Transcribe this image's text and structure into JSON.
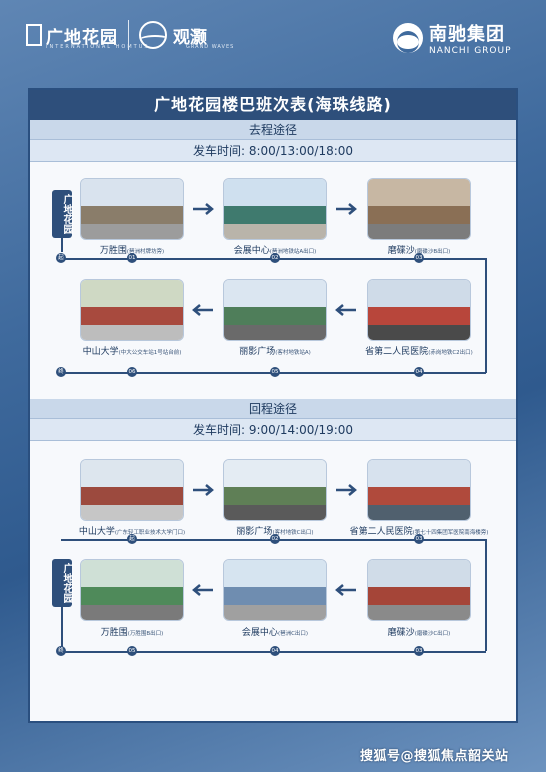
{
  "header": {
    "brand_left": "广地花园",
    "brand_left_sub": "INTERNATIONAL HOMTUS",
    "brand_mid": "观灏",
    "brand_mid_sub": "GRAND WAVES",
    "brand_right_cn": "南驰集团",
    "brand_right_en": "NANCHI GROUP"
  },
  "schedule": {
    "title": "广地花园楼巴班次表(海珠线路)",
    "outbound": {
      "label": "去程途径",
      "departure": "发车时间: 8:00/13:00/18:00",
      "origin_label": "广地花园",
      "origin_dot": "起",
      "stops": [
        {
          "name": "万胜围",
          "detail": "(琶洲村牌坊旁)",
          "num": "01"
        },
        {
          "name": "会展中心",
          "detail": "(琶洲地铁站A出口)",
          "num": "02"
        },
        {
          "name": "磨碟沙",
          "detail": "(磨碟沙B出口)",
          "num": "03"
        },
        {
          "name": "省第二人民医院",
          "detail": "(赤岗地铁C2出口)",
          "num": "04"
        },
        {
          "name": "丽影广场",
          "detail": "(客村地铁站A)",
          "num": "05"
        },
        {
          "name": "中山大学",
          "detail": "(中大公交车站1号站台前)",
          "num": "06"
        }
      ],
      "end_dot": "终"
    },
    "return": {
      "label": "回程途径",
      "departure": "发车时间: 9:00/14:00/19:00",
      "origin_dot": "起",
      "stops": [
        {
          "name": "中山大学",
          "detail": "(广东轻工职业技术大学门口)",
          "num": "01"
        },
        {
          "name": "丽影广场",
          "detail": "(客村地铁C出口)",
          "num": "02"
        },
        {
          "name": "省第二人民医院",
          "detail": "(第七十四集团军医院南海楼旁)",
          "num": "03"
        },
        {
          "name": "磨碟沙",
          "detail": "(磨碟沙C出口)",
          "num": "03"
        },
        {
          "name": "会展中心",
          "detail": "(琶洲C出口)",
          "num": "04"
        },
        {
          "name": "万胜围",
          "detail": "(万胜围B出口)",
          "num": "05"
        }
      ],
      "end_label": "广地花园",
      "end_dot": "终"
    }
  },
  "watermark": "搜狐号@搜狐焦点韶关站",
  "colors": {
    "navy": "#2e4f7b",
    "band": "#c9d8ea",
    "bg": "#3f6a9d"
  }
}
